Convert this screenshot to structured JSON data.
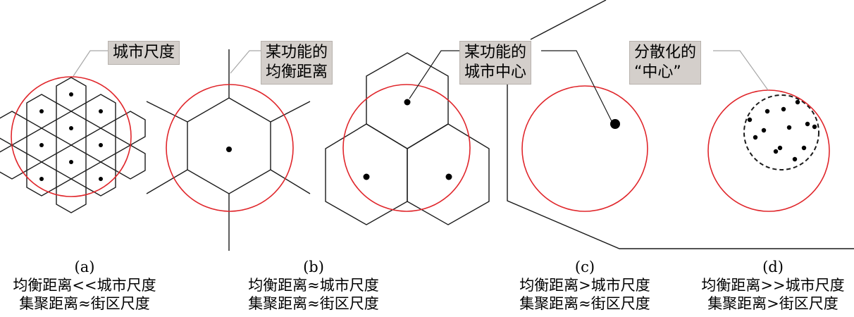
{
  "panels": [
    {
      "letter": "(a)",
      "callout": [
        "城市尺度"
      ],
      "caption": [
        "均衡距离<<城市尺度",
        "集聚距离≈街区尺度"
      ]
    },
    {
      "letter": "(b)",
      "callout": [
        "某功能的",
        "均衡距离"
      ],
      "caption": [
        "均衡距离≈城市尺度",
        "集聚距离≈街区尺度"
      ]
    },
    {
      "letter": "(c)",
      "callout": [
        "某功能的",
        "城市中心"
      ],
      "caption": [
        "均衡距离>城市尺度",
        "集聚距离≈街区尺度"
      ]
    },
    {
      "letter": "(d)",
      "callout": [
        "分散化的",
        "“中心”"
      ],
      "caption": [
        "均衡距离>>城市尺度",
        "集聚距离>街区尺度"
      ]
    }
  ],
  "colors": {
    "city_circle": "#e0262b",
    "lines": "#1a1a1a",
    "callout_bg": "#d4cfcb",
    "leader": "#a8a8a8"
  }
}
